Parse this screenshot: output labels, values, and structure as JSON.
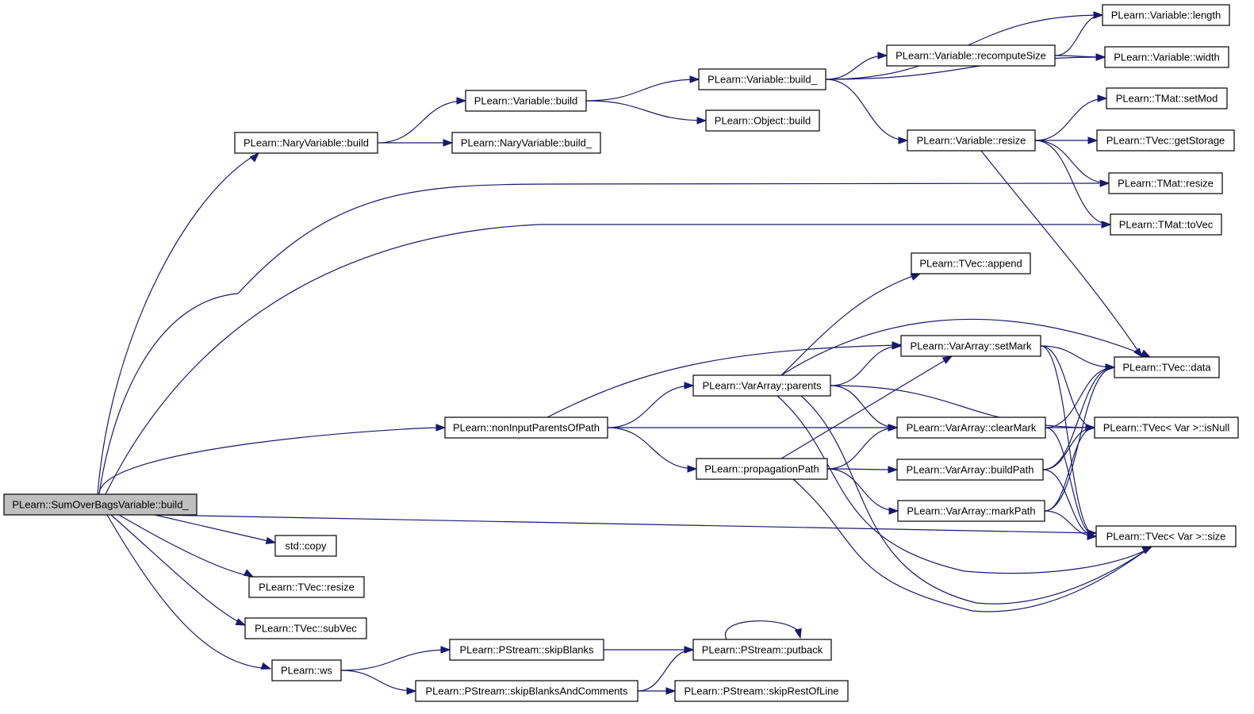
{
  "nodes": [
    {
      "id": "root",
      "label": "PLearn::SumOverBagsVariable::build_",
      "root": true
    },
    {
      "id": "nvbuild",
      "label": "PLearn::NaryVariable::build"
    },
    {
      "id": "nvbuild_",
      "label": "PLearn::NaryVariable::build_"
    },
    {
      "id": "vbuild",
      "label": "PLearn::Variable::build"
    },
    {
      "id": "vbuild_",
      "label": "PLearn::Variable::build_"
    },
    {
      "id": "obuild",
      "label": "PLearn::Object::build"
    },
    {
      "id": "recompute",
      "label": "PLearn::Variable::recomputeSize"
    },
    {
      "id": "vlength",
      "label": "PLearn::Variable::length"
    },
    {
      "id": "vwidth",
      "label": "PLearn::Variable::width"
    },
    {
      "id": "vresize",
      "label": "PLearn::Variable::resize"
    },
    {
      "id": "setmod",
      "label": "PLearn::TMat::setMod"
    },
    {
      "id": "getstorage",
      "label": "PLearn::TVec::getStorage"
    },
    {
      "id": "tmatresize",
      "label": "PLearn::TMat::resize"
    },
    {
      "id": "tovec",
      "label": "PLearn::TMat::toVec"
    },
    {
      "id": "append",
      "label": "PLearn::TVec::append"
    },
    {
      "id": "setmark",
      "label": "PLearn::VarArray::setMark"
    },
    {
      "id": "tvecdata",
      "label": "PLearn::TVec::data"
    },
    {
      "id": "parents",
      "label": "PLearn::VarArray::parents"
    },
    {
      "id": "isnull",
      "label": "PLearn::TVec< Var >::isNull"
    },
    {
      "id": "nonInput",
      "label": "PLearn::nonInputParentsOfPath"
    },
    {
      "id": "clearmark",
      "label": "PLearn::VarArray::clearMark"
    },
    {
      "id": "propagation",
      "label": "PLearn::propagationPath"
    },
    {
      "id": "buildpath",
      "label": "PLearn::VarArray::buildPath"
    },
    {
      "id": "markpath",
      "label": "PLearn::VarArray::markPath"
    },
    {
      "id": "tvecsize",
      "label": "PLearn::TVec< Var >::size"
    },
    {
      "id": "stdcopy",
      "label": "std::copy"
    },
    {
      "id": "tvecresize",
      "label": "PLearn::TVec::resize"
    },
    {
      "id": "subvec",
      "label": "PLearn::TVec::subVec"
    },
    {
      "id": "ws",
      "label": "PLearn::ws"
    },
    {
      "id": "skipblanks",
      "label": "PLearn::PStream::skipBlanks"
    },
    {
      "id": "putback",
      "label": "PLearn::PStream::putback"
    },
    {
      "id": "skipcomments",
      "label": "PLearn::PStream::skipBlanksAndComments"
    },
    {
      "id": "skiprest",
      "label": "PLearn::PStream::skipRestOfLine"
    }
  ],
  "edges": [
    {
      "from": "root",
      "to": "nvbuild"
    },
    {
      "from": "root",
      "to": "tmatresize"
    },
    {
      "from": "root",
      "to": "tovec"
    },
    {
      "from": "root",
      "to": "nonInput"
    },
    {
      "from": "root",
      "to": "tvecsize"
    },
    {
      "from": "root",
      "to": "stdcopy"
    },
    {
      "from": "root",
      "to": "tvecresize"
    },
    {
      "from": "root",
      "to": "subvec"
    },
    {
      "from": "root",
      "to": "ws"
    },
    {
      "from": "nvbuild",
      "to": "vbuild"
    },
    {
      "from": "nvbuild",
      "to": "nvbuild_"
    },
    {
      "from": "vbuild",
      "to": "vbuild_"
    },
    {
      "from": "vbuild",
      "to": "obuild"
    },
    {
      "from": "vbuild_",
      "to": "vlength"
    },
    {
      "from": "vbuild_",
      "to": "recompute"
    },
    {
      "from": "vbuild_",
      "to": "vwidth"
    },
    {
      "from": "vbuild_",
      "to": "vresize"
    },
    {
      "from": "recompute",
      "to": "vlength"
    },
    {
      "from": "recompute",
      "to": "vwidth"
    },
    {
      "from": "vresize",
      "to": "setmod"
    },
    {
      "from": "vresize",
      "to": "getstorage"
    },
    {
      "from": "vresize",
      "to": "tmatresize"
    },
    {
      "from": "vresize",
      "to": "tovec"
    },
    {
      "from": "vresize",
      "to": "tvecdata"
    },
    {
      "from": "nonInput",
      "to": "setmark"
    },
    {
      "from": "nonInput",
      "to": "parents"
    },
    {
      "from": "nonInput",
      "to": "clearmark"
    },
    {
      "from": "nonInput",
      "to": "propagation"
    },
    {
      "from": "parents",
      "to": "append"
    },
    {
      "from": "parents",
      "to": "tvecdata"
    },
    {
      "from": "parents",
      "to": "setmark"
    },
    {
      "from": "parents",
      "to": "isnull"
    },
    {
      "from": "parents",
      "to": "clearmark"
    },
    {
      "from": "parents",
      "to": "tvecsize"
    },
    {
      "from": "parents",
      "to": "tvecsize"
    },
    {
      "from": "propagation",
      "to": "setmark"
    },
    {
      "from": "propagation",
      "to": "clearmark"
    },
    {
      "from": "propagation",
      "to": "buildpath"
    },
    {
      "from": "propagation",
      "to": "markpath"
    },
    {
      "from": "propagation",
      "to": "tvecsize"
    },
    {
      "from": "setmark",
      "to": "tvecdata"
    },
    {
      "from": "setmark",
      "to": "isnull"
    },
    {
      "from": "setmark",
      "to": "tvecsize"
    },
    {
      "from": "clearmark",
      "to": "tvecdata"
    },
    {
      "from": "clearmark",
      "to": "isnull"
    },
    {
      "from": "clearmark",
      "to": "tvecsize"
    },
    {
      "from": "buildpath",
      "to": "tvecdata"
    },
    {
      "from": "buildpath",
      "to": "isnull"
    },
    {
      "from": "buildpath",
      "to": "tvecsize"
    },
    {
      "from": "markpath",
      "to": "tvecdata"
    },
    {
      "from": "markpath",
      "to": "isnull"
    },
    {
      "from": "markpath",
      "to": "tvecsize"
    },
    {
      "from": "ws",
      "to": "skipblanks"
    },
    {
      "from": "ws",
      "to": "skipcomments"
    },
    {
      "from": "skipblanks",
      "to": "putback"
    },
    {
      "from": "skipcomments",
      "to": "putback"
    },
    {
      "from": "skipcomments",
      "to": "skiprest"
    },
    {
      "from": "putback",
      "to": "putback"
    }
  ]
}
